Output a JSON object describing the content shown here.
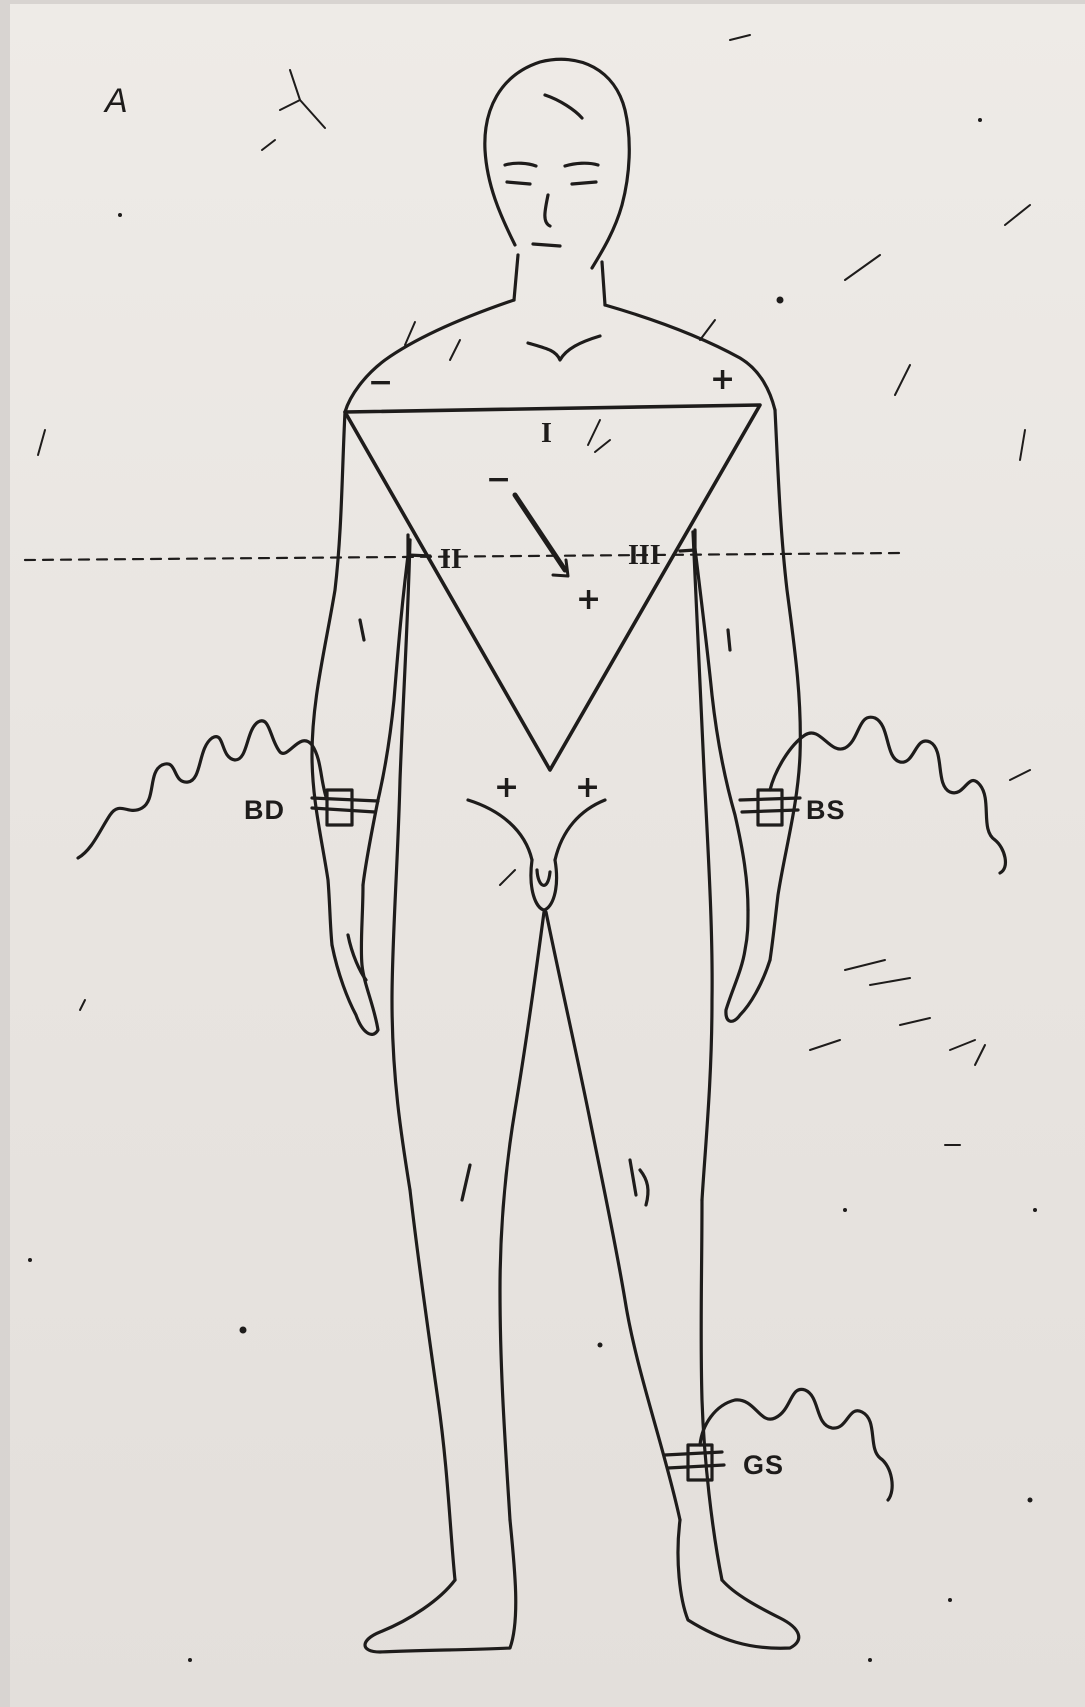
{
  "figure": {
    "label": "A"
  },
  "leads": {
    "lead_1": "I",
    "lead_2": "II",
    "lead_3": "III"
  },
  "electrodes": {
    "right_arm": "BD",
    "left_arm": "BS",
    "left_leg": "GS"
  },
  "polarity": {
    "negative": "−",
    "positive": "+"
  },
  "colors": {
    "paper": "#eae6e2",
    "ink": "#1e1c1b"
  }
}
